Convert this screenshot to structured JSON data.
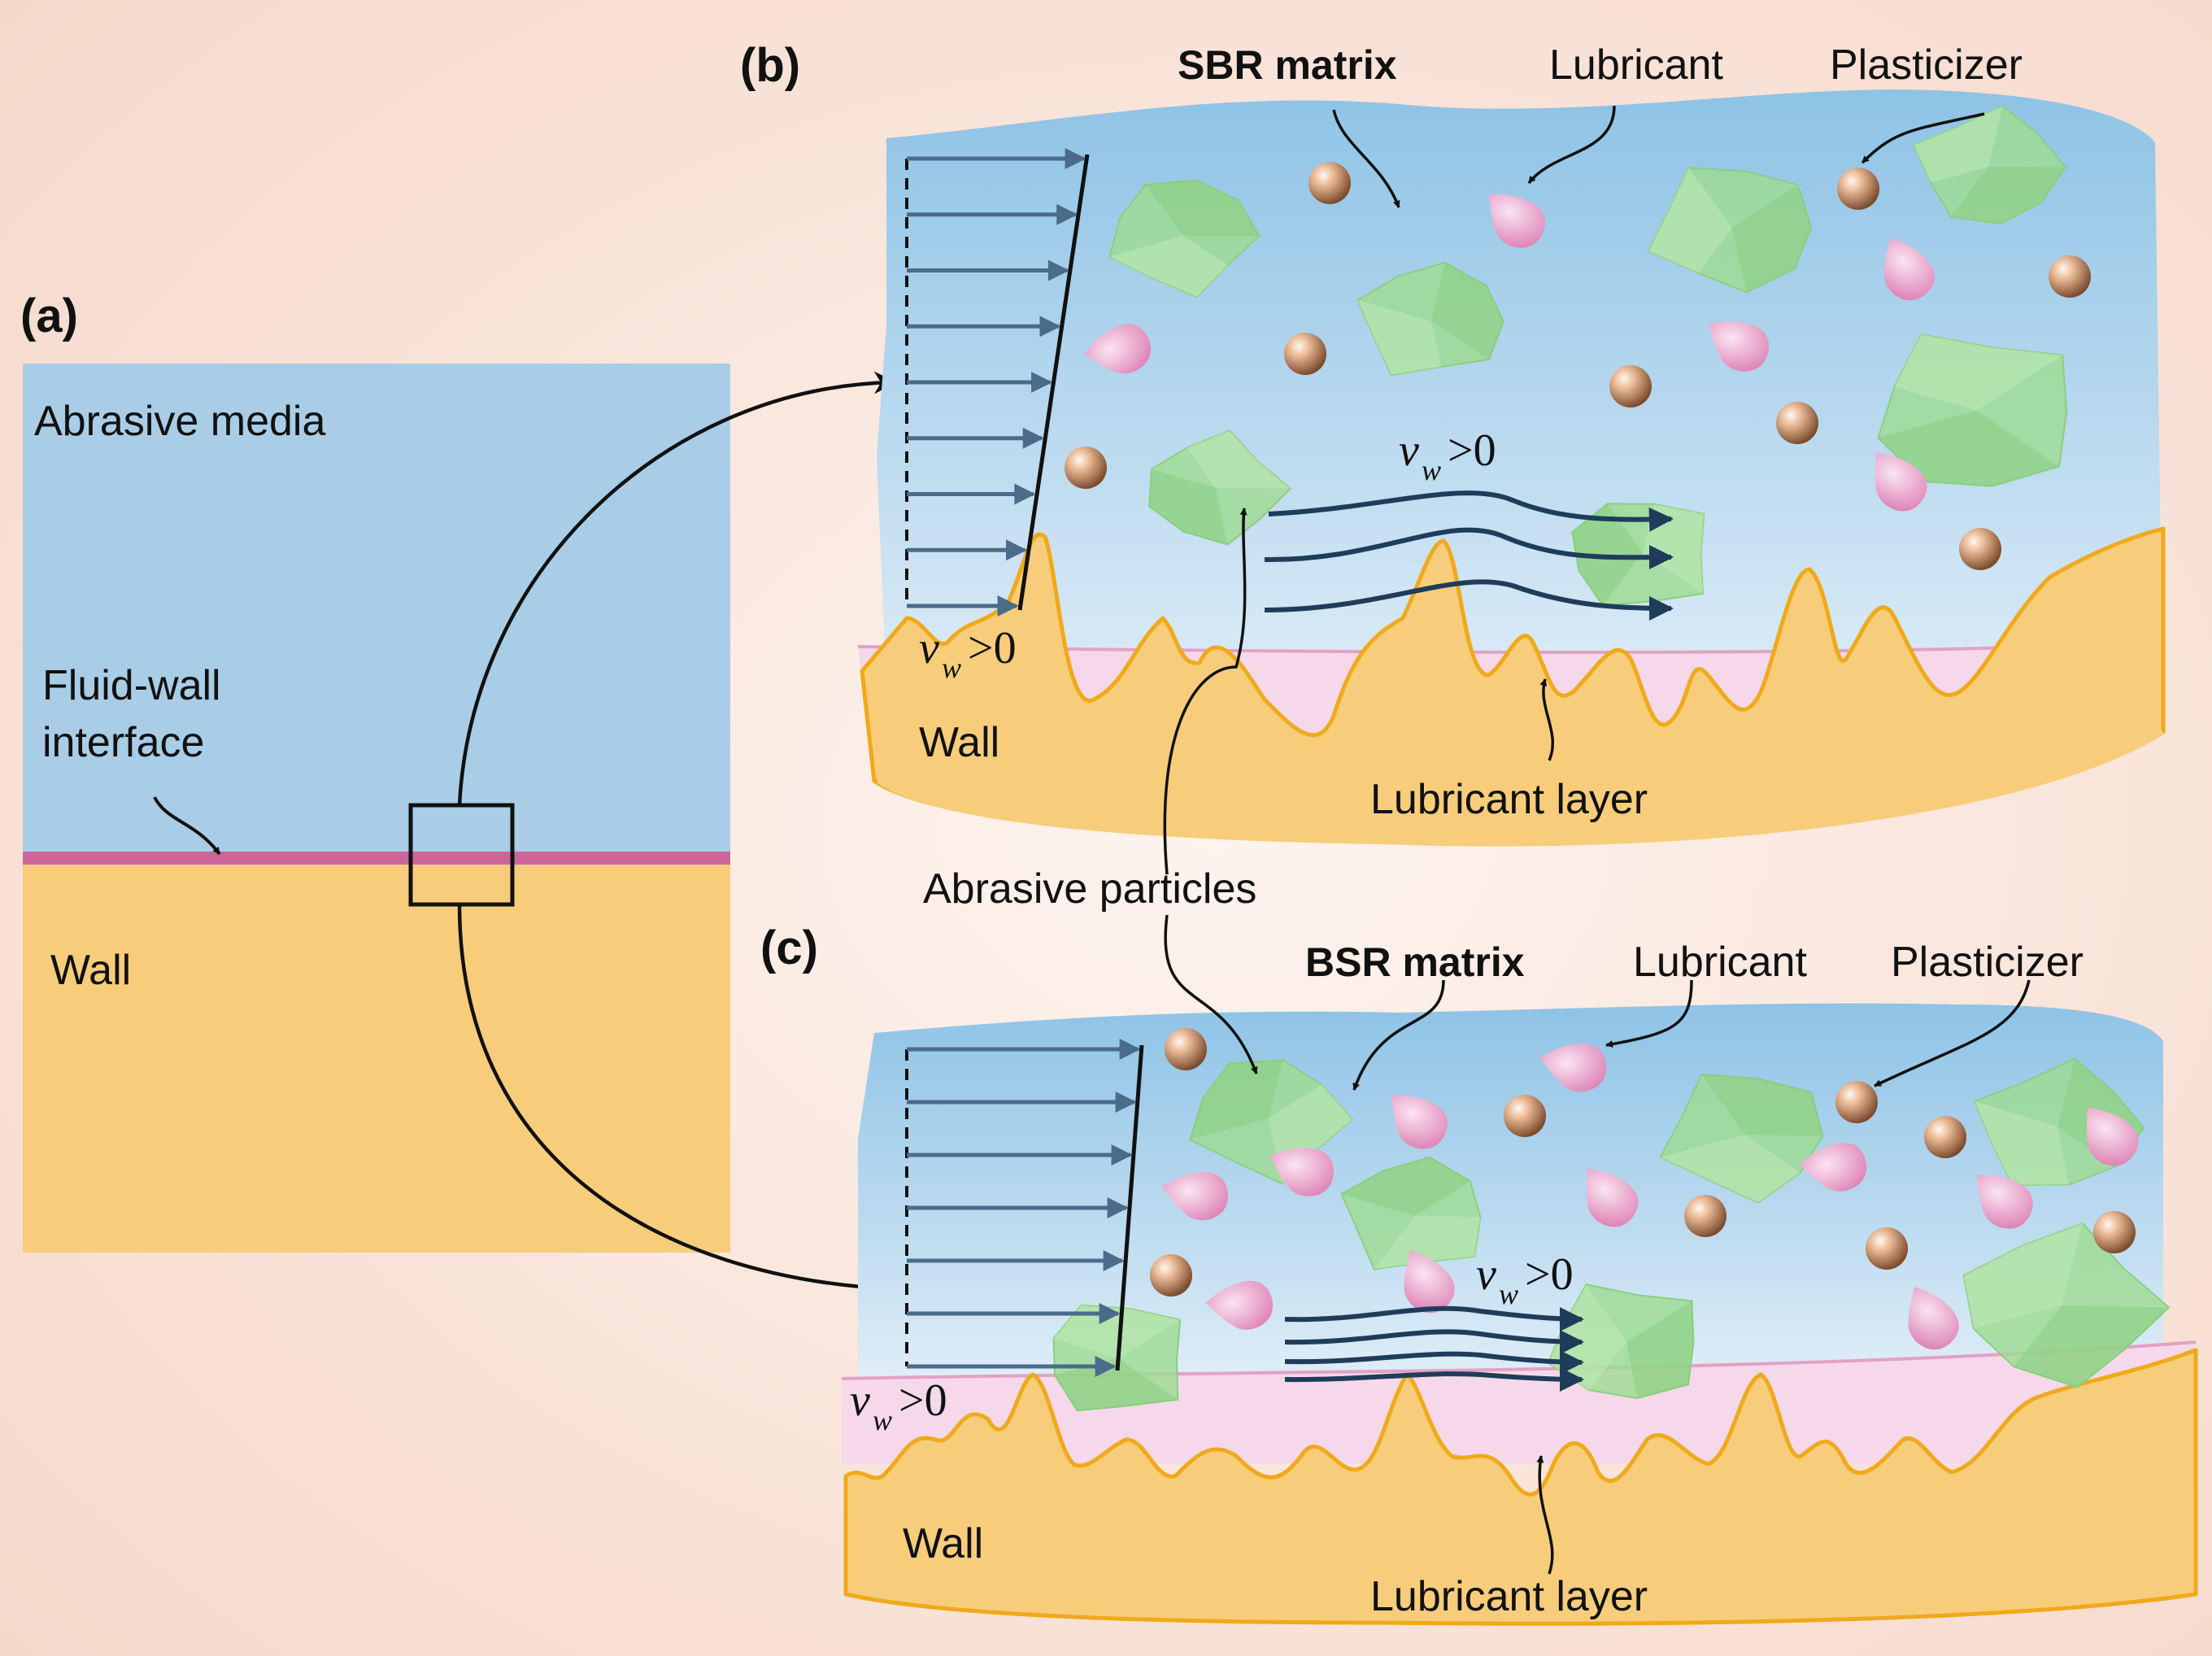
{
  "panels": {
    "a": "(a)",
    "b": "(b)",
    "c": "(c)"
  },
  "panel_a": {
    "media_label": "Abrasive media",
    "interface_label_line1": "Fluid-wall",
    "interface_label_line2": "interface",
    "wall_label": "Wall"
  },
  "panel_b": {
    "matrix_label": "SBR matrix",
    "lubricant_label": "Lubricant",
    "plasticizer_label": "Plasticizer",
    "wall_label": "Wall",
    "lubricant_layer_label": "Lubricant layer"
  },
  "panel_c": {
    "matrix_label": "BSR matrix",
    "lubricant_label": "Lubricant",
    "plasticizer_label": "Plasticizer",
    "wall_label": "Wall",
    "lubricant_layer_label": "Lubricant layer"
  },
  "shared": {
    "abrasive_particles_label": "Abrasive particles"
  },
  "velocity": {
    "symbol": "v",
    "subscript": "w",
    "relation": ">0"
  },
  "colors": {
    "background": "#f8ddd0",
    "abrasive_media": "#a9cde7",
    "fluid_top": "#8ec3e6",
    "fluid_bottom": "#eef5fb",
    "wall": "#f7cd7c",
    "wall_edge": "#f0a91a",
    "interface_line": "#cc6699",
    "lubricant_layer": "#f5d9ea",
    "abrasive_particle": "#9ddc92",
    "lubricant_drop": "#e48fc0",
    "plasticizer": "#c98e62",
    "flow_arrow": "#1f3d5a",
    "velocity_arrow": "#4a6b8a"
  }
}
